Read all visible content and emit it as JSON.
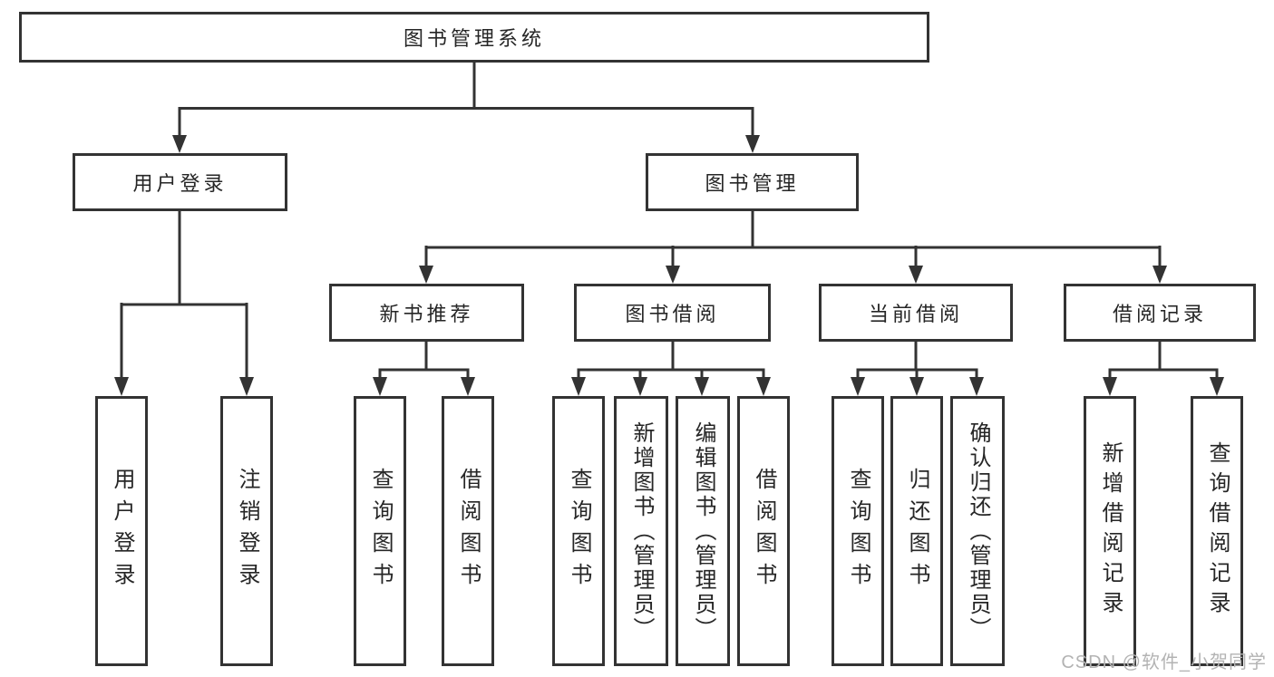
{
  "tree": {
    "label": "图书管理系统",
    "children": [
      {
        "label": "用户登录",
        "children": [
          {
            "label": "用户登录"
          },
          {
            "label": "注销登录"
          }
        ]
      },
      {
        "label": "图书管理",
        "children": [
          {
            "label": "新书推荐",
            "children": [
              {
                "label": "查询图书"
              },
              {
                "label": "借阅图书"
              }
            ]
          },
          {
            "label": "图书借阅",
            "children": [
              {
                "label": "查询图书"
              },
              {
                "label": "新增图书（管理员）"
              },
              {
                "label": "编辑图书（管理员）"
              },
              {
                "label": "借阅图书"
              }
            ]
          },
          {
            "label": "当前借阅",
            "children": [
              {
                "label": "查询图书"
              },
              {
                "label": "归还图书"
              },
              {
                "label": "确认归还（管理员）"
              }
            ]
          },
          {
            "label": "借阅记录",
            "children": [
              {
                "label": "新增借阅记录"
              },
              {
                "label": "查询借阅记录"
              }
            ]
          }
        ]
      }
    ]
  },
  "watermark": "CSDN @软件_小贺同学",
  "colors": {
    "line": "#333333",
    "text": "#262626",
    "background": "#ffffff",
    "watermark": "#b3b3b3"
  }
}
